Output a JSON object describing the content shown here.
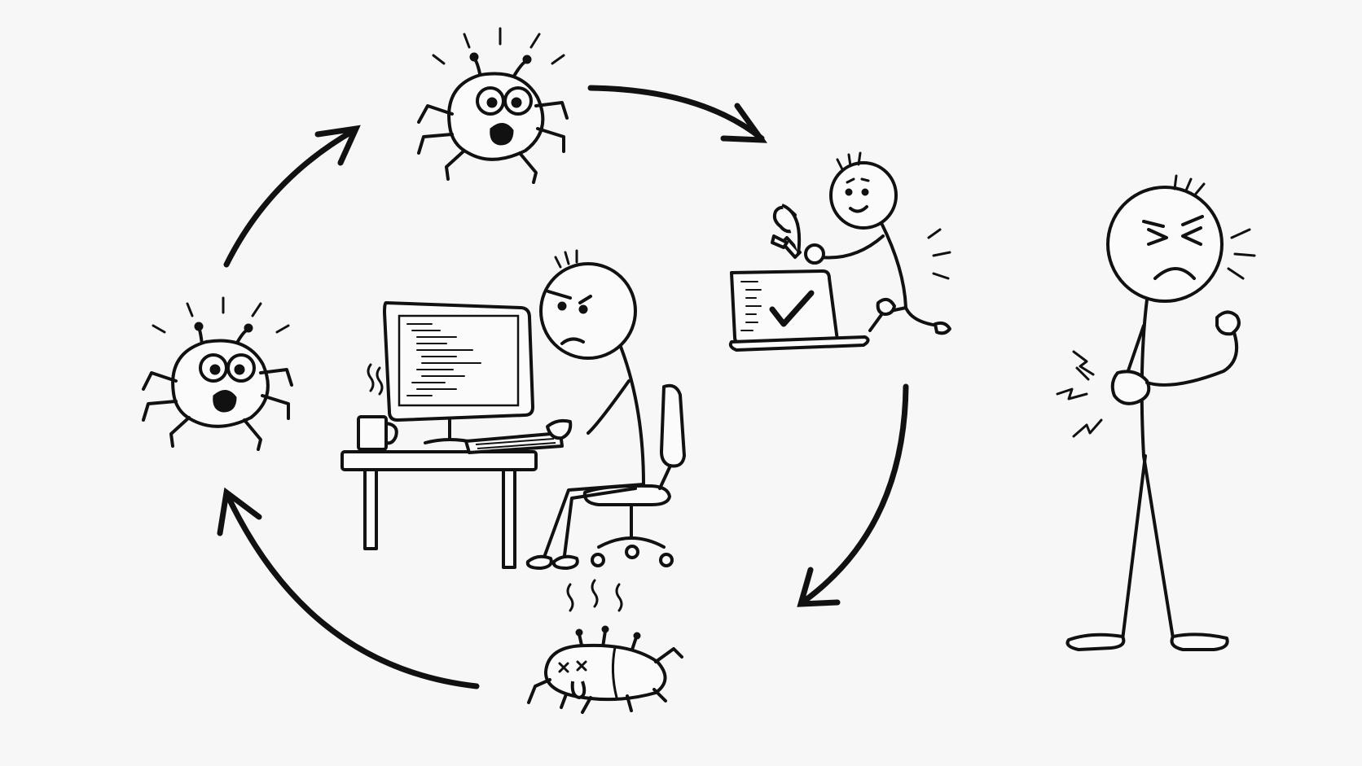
{
  "scene": {
    "background": "#f7f7f7",
    "ink": "#111111",
    "cycle": [
      "bug-appears-icon",
      "stickman-fixing-laptop",
      "dead-bug-icon",
      "bug-reappears-icon"
    ],
    "center": "stickman-frustrated-at-computer",
    "side": "stickman-in-pain"
  }
}
